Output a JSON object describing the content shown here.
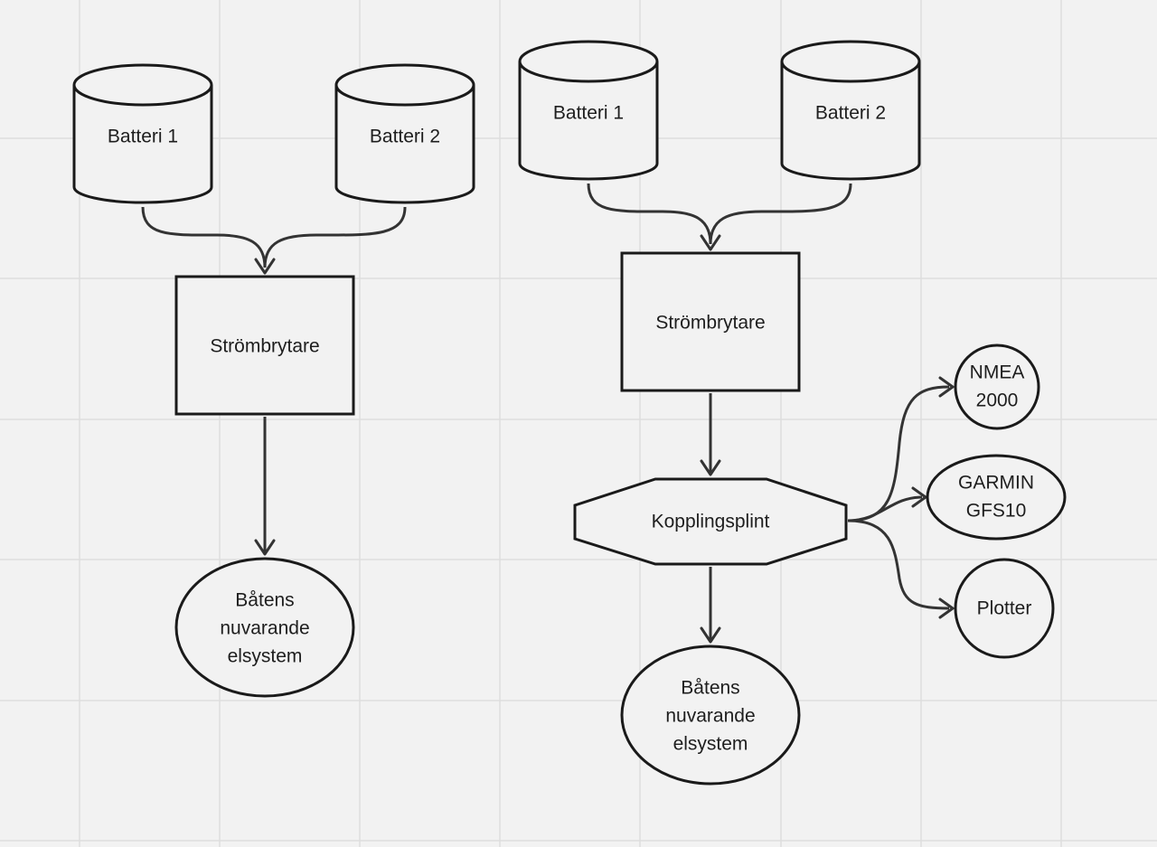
{
  "diagram_left": {
    "battery_1": "Batteri 1",
    "battery_2": "Batteri 2",
    "switch": "Strömbrytare",
    "system": [
      "Båtens",
      "nuvarande",
      "elsystem"
    ]
  },
  "diagram_right": {
    "battery_1": "Batteri 1",
    "battery_2": "Batteri 2",
    "switch": "Strömbrytare",
    "terminal_block": "Kopplingsplint",
    "system": [
      "Båtens",
      "nuvarande",
      "elsystem"
    ],
    "nmea": [
      "NMEA",
      "2000"
    ],
    "garmin": [
      "GARMIN",
      "GFS10"
    ],
    "plotter": "Plotter"
  },
  "colors": {
    "background": "#f2f2f2",
    "grid": "#dedede",
    "stroke": "#1a1a1a"
  }
}
